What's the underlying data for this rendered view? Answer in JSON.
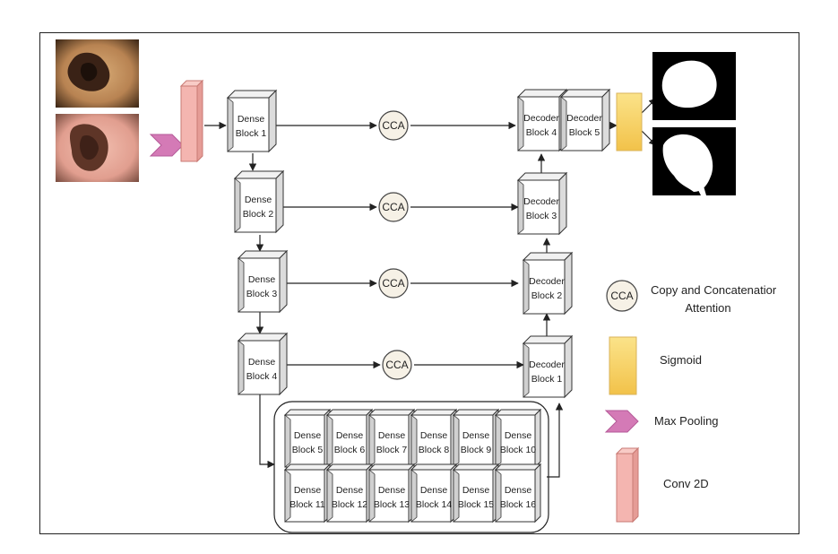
{
  "dense_blocks": [
    {
      "id": "d1",
      "line1": "Dense",
      "line2": "Block 1"
    },
    {
      "id": "d2",
      "line1": "Dense",
      "line2": "Block 2"
    },
    {
      "id": "d3",
      "line1": "Dense",
      "line2": "Block 3"
    },
    {
      "id": "d4",
      "line1": "Dense",
      "line2": "Block 4"
    }
  ],
  "bottleneck_row1": [
    {
      "line1": "Dense",
      "line2": "Block 5"
    },
    {
      "line1": "Dense",
      "line2": "Block 6"
    },
    {
      "line1": "Dense",
      "line2": "Block 7"
    },
    {
      "line1": "Dense",
      "line2": "Block 8"
    },
    {
      "line1": "Dense",
      "line2": "Block 9"
    },
    {
      "line1": "Dense",
      "line2": "Block 10"
    }
  ],
  "bottleneck_row2": [
    {
      "line1": "Dense",
      "line2": "Block 11"
    },
    {
      "line1": "Dense",
      "line2": "Block 12"
    },
    {
      "line1": "Dense",
      "line2": "Block 13"
    },
    {
      "line1": "Dense",
      "line2": "Block 14"
    },
    {
      "line1": "Dense",
      "line2": "Block 15"
    },
    {
      "line1": "Dense",
      "line2": "Block 16"
    }
  ],
  "decoder_blocks": [
    {
      "id": "dec4",
      "line1": "Decoder",
      "line2": "Block 4"
    },
    {
      "id": "dec5",
      "line1": "Decoder",
      "line2": "Block 5"
    },
    {
      "id": "dec3",
      "line1": "Decoder",
      "line2": "Block 3"
    },
    {
      "id": "dec2",
      "line1": "Decoder",
      "line2": "Block 2"
    },
    {
      "id": "dec1",
      "line1": "Decoder",
      "line2": "Block 1"
    }
  ],
  "cca_label": "CCA",
  "legend": {
    "cca_symbol": "CCA",
    "cca_line1": "Copy and Concatenatior",
    "cca_line2": "Attention",
    "sigmoid": "Sigmoid",
    "max_pooling": "Max Pooling",
    "conv2d": "Conv 2D"
  },
  "colors": {
    "sigmoid": "#f7cf62",
    "max_pool": "#d47ab6",
    "conv": "#f4b5b0",
    "cca_fill": "#f6f1e6",
    "block_face": "#ffffff",
    "block_side": "#e6e6e6"
  }
}
